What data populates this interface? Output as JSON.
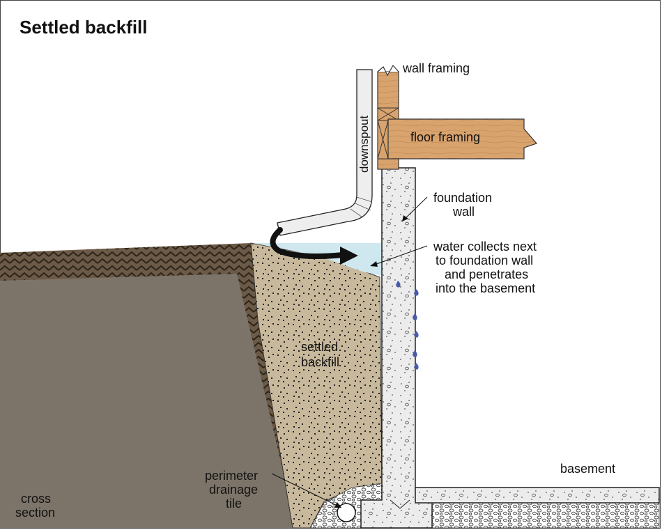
{
  "title": "Settled backfill",
  "labels": {
    "wall_framing": "wall framing",
    "floor_framing": "floor framing",
    "downspout": "downspout",
    "foundation_wall_1": "foundation",
    "foundation_wall_2": "wall",
    "water_1": "water collects next",
    "water_2": "to foundation wall",
    "water_3": "and penetrates",
    "water_4": "into the basement",
    "settled_1": "settled",
    "settled_2": "backfill",
    "basement": "basement",
    "drain_1": "perimeter",
    "drain_2": "drainage",
    "drain_3": "tile",
    "cross_1": "cross",
    "cross_2": "section"
  },
  "colors": {
    "soil": "#7d7469",
    "soil_edge": "#5a4a3a",
    "backfill": "#c9b99c",
    "wood": "#d9a36e",
    "concrete": "#e9e9e9",
    "water": "#cfe8ef",
    "drops": "#4a5aa8",
    "arrow": "#111111"
  }
}
